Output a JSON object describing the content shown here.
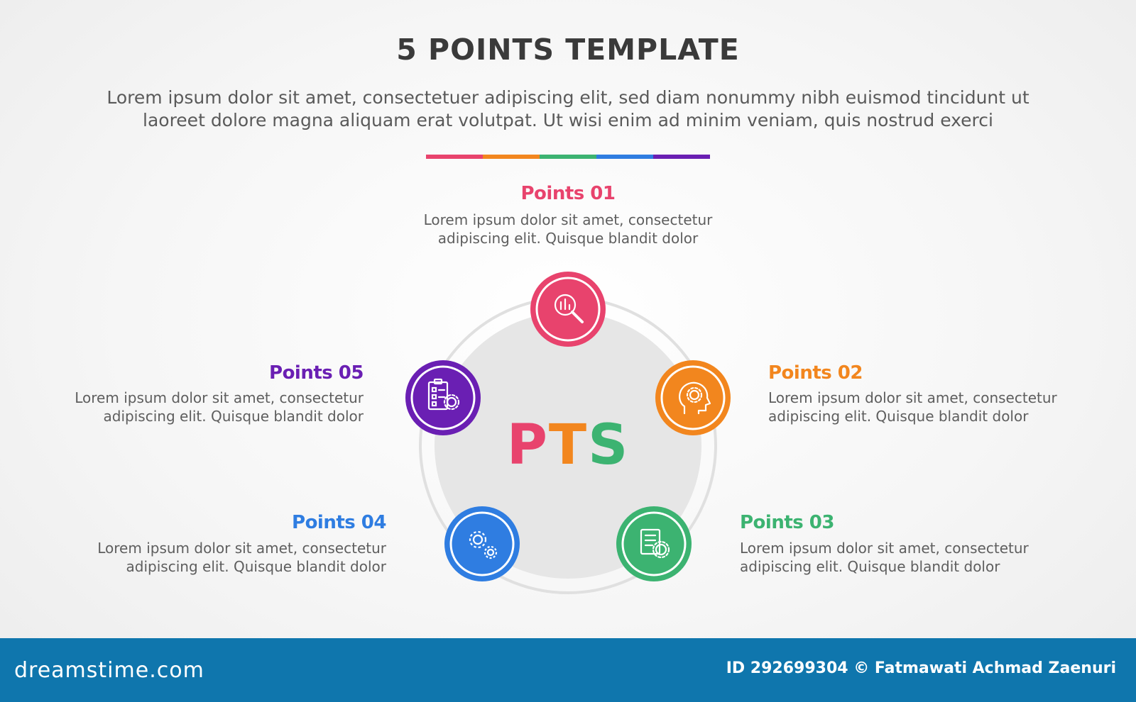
{
  "header": {
    "title": "5 POINTS TEMPLATE",
    "subtitle_line1": "Lorem ipsum dolor sit amet, consectetuer adipiscing elit, sed diam nonummy nibh euismod tincidunt ut",
    "subtitle_line2": "laoreet dolore magna aliquam erat volutpat. Ut wisi enim ad minim veniam, quis nostrud exerci",
    "bar_colors": [
      "#e8436d",
      "#f2861e",
      "#3cb371",
      "#2f7de1",
      "#6a1fb3"
    ]
  },
  "center": {
    "letters": [
      {
        "char": "P",
        "color": "#e8436d"
      },
      {
        "char": "T",
        "color": "#f2861e"
      },
      {
        "char": "S",
        "color": "#3cb371"
      }
    ]
  },
  "points": [
    {
      "title": "Points 01",
      "line1": "Lorem ipsum dolor sit amet, consectetur",
      "line2": "adipiscing elit. Quisque blandit dolor",
      "color": "#e8436d",
      "icon": "search-analysis-icon"
    },
    {
      "title": "Points 02",
      "line1": "Lorem ipsum dolor sit amet, consectetur",
      "line2": "adipiscing elit. Quisque blandit dolor",
      "color": "#f2861e",
      "icon": "head-gear-icon"
    },
    {
      "title": "Points 03",
      "line1": "Lorem ipsum dolor sit amet, consectetur",
      "line2": "adipiscing elit. Quisque blandit dolor",
      "color": "#3cb371",
      "icon": "document-gear-icon"
    },
    {
      "title": "Points 04",
      "line1": "Lorem ipsum dolor sit amet, consectetur",
      "line2": "adipiscing elit. Quisque blandit dolor",
      "color": "#2f7de1",
      "icon": "gears-icon"
    },
    {
      "title": "Points 05",
      "line1": "Lorem ipsum dolor sit amet, consectetur",
      "line2": "adipiscing elit. Quisque blandit dolor",
      "color": "#6a1fb3",
      "icon": "checklist-gear-icon"
    }
  ],
  "footer": {
    "logo": "dreamstime.com",
    "credit": "ID 292699304 © Fatmawati  Achmad Zaenuri",
    "background": "#0f76ad"
  }
}
